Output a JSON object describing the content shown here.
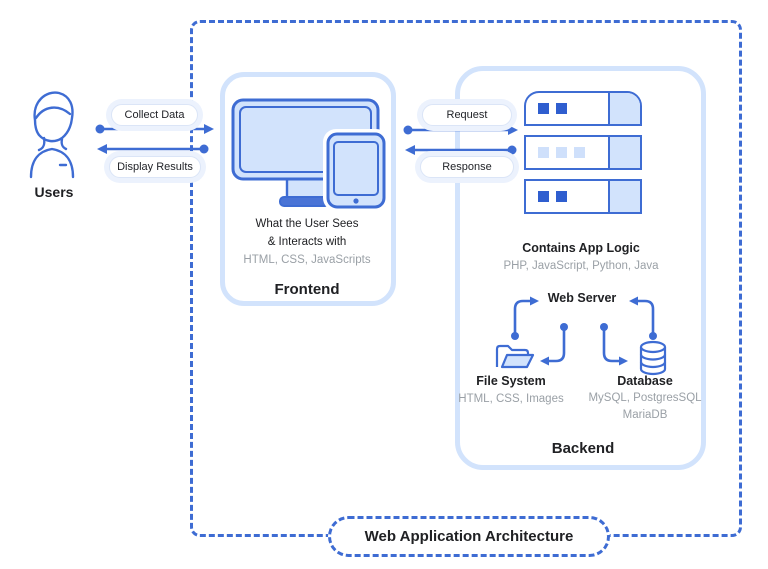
{
  "title": "Web Application Architecture",
  "users": {
    "label": "Users"
  },
  "arrows": {
    "collect_data": "Collect Data",
    "display_results": "Display Results",
    "request": "Request",
    "response": "Response"
  },
  "frontend": {
    "label": "Frontend",
    "line1": "What the User Sees",
    "line2": "& Interacts with",
    "tech": "HTML, CSS, JavaScripts"
  },
  "backend": {
    "label": "Backend",
    "line1": "Contains App Logic",
    "tech": "PHP, JavaScript, Python, Java",
    "web_server_label": "Web Server",
    "file_system": {
      "label": "File System",
      "tech": "HTML, CSS, Images"
    },
    "database": {
      "label": "Database",
      "tech1": "MySQL, PostgresSQL",
      "tech2": "MariaDB"
    }
  },
  "icons": {
    "user": "user-icon",
    "devices": "monitor-tablet-icon",
    "servers": "server-stack-icon",
    "folder": "folder-icon",
    "database": "database-cylinder-icon"
  },
  "colors": {
    "primary_blue": "#3e6cd3",
    "light_blue_fill": "#d2e3fc",
    "halo_blue": "#ecf2fd",
    "dark_square": "#2f5ecf",
    "light_square": "#cfe0fb",
    "text_dark": "#202124",
    "text_gray": "#9aa0a6"
  }
}
